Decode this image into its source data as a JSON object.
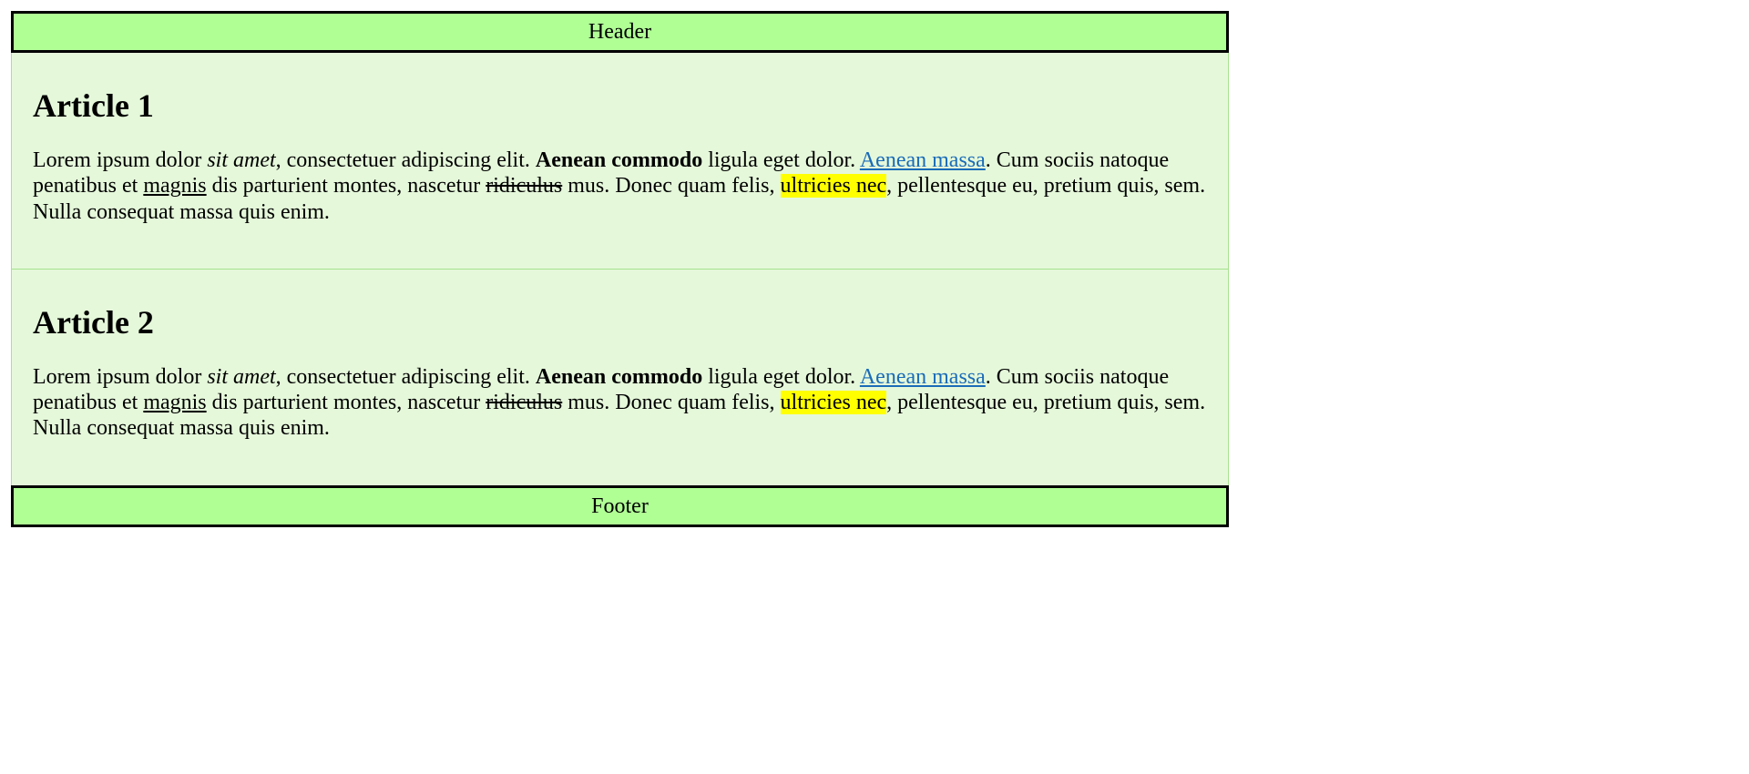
{
  "header": {
    "label": "Header"
  },
  "footer": {
    "label": "Footer"
  },
  "articles": [
    {
      "title": "Article 1",
      "text": {
        "t1": "Lorem ipsum dolor ",
        "italic": "sit amet",
        "t2": ", consectetuer adipiscing elit. ",
        "bold": "Aenean commodo",
        "t3": " ligula eget dolor. ",
        "link": "Aenean massa",
        "t4": ". Cum sociis natoque penatibus et ",
        "underline": "magnis",
        "t5": " dis parturient montes, nascetur ",
        "strike": "ridiculus",
        "t6": " mus. Donec quam felis, ",
        "highlight": "ultricies nec",
        "t7": ", pellentesque eu, pretium quis, sem. Nulla consequat massa quis enim."
      }
    },
    {
      "title": "Article 2",
      "text": {
        "t1": "Lorem ipsum dolor ",
        "italic": "sit amet",
        "t2": ", consectetuer adipiscing elit. ",
        "bold": "Aenean commodo",
        "t3": " ligula eget dolor. ",
        "link": "Aenean massa",
        "t4": ". Cum sociis natoque penatibus et ",
        "underline": "magnis",
        "t5": " dis parturient montes, nascetur ",
        "strike": "ridiculus",
        "t6": " mus. Donec quam felis, ",
        "highlight": "ultricies nec",
        "t7": ", pellentesque eu, pretium quis, sem. Nulla consequat massa quis enim."
      }
    }
  ],
  "colors": {
    "bar_bg": "#b0ff95",
    "article_bg": "#e5f8da",
    "link": "#1a6bb8",
    "highlight": "#ffff00"
  }
}
